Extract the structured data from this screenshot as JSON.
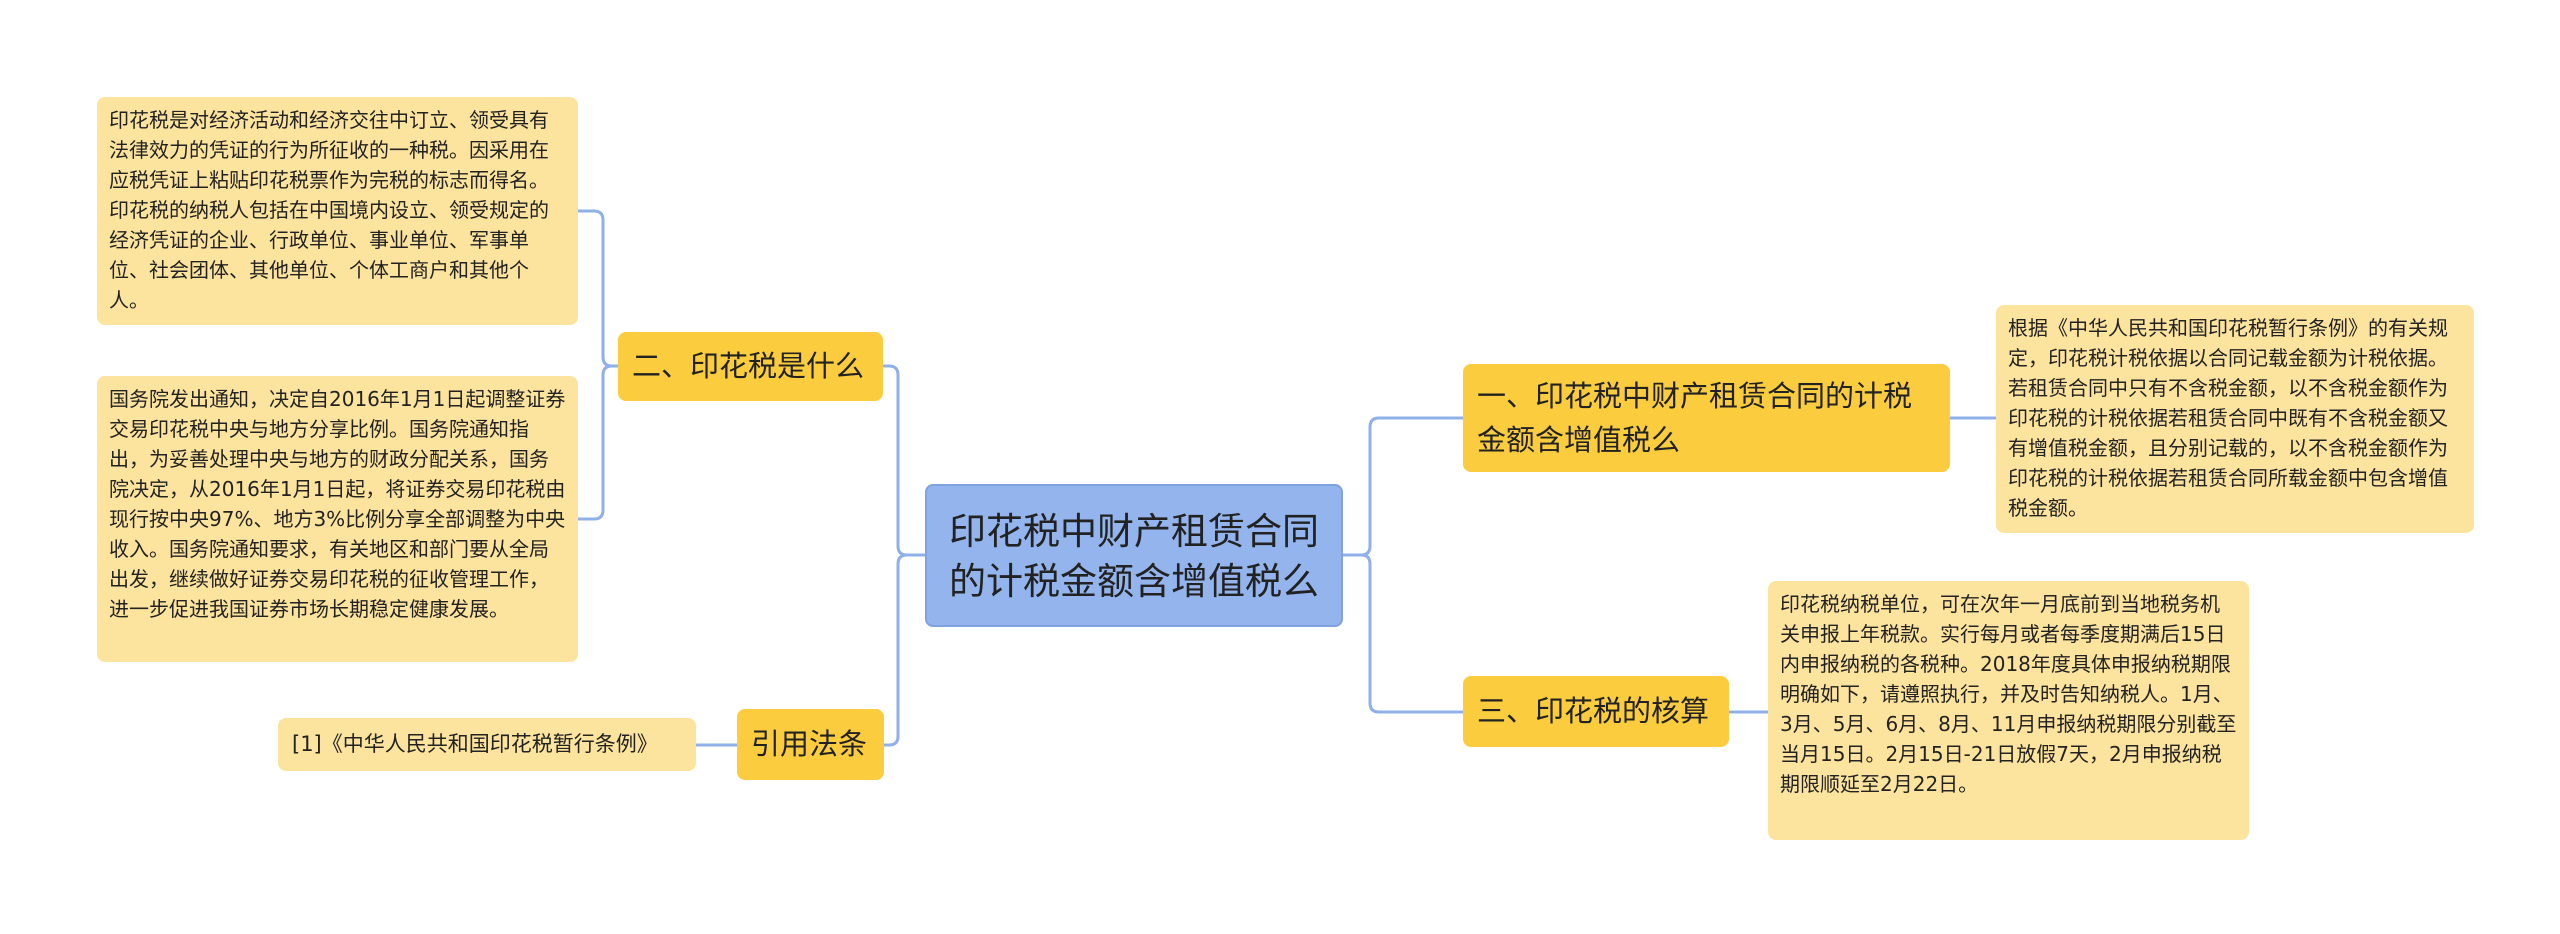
{
  "central_topic": "印花税中财产租赁合同的计税金额含增值税么",
  "colors": {
    "central_fill": "#93b4ec",
    "branch_fill": "#fbcd3e",
    "leaf_fill": "#fde49e",
    "connector": "#8fb0e8"
  },
  "left_branches": [
    {
      "label": "二、印花税是什么",
      "details": [
        "印花税是对经济活动和经济交往中订立、领受具有法律效力的凭证的行为所征收的一种税。因采用在应税凭证上粘贴印花税票作为完税的标志而得名。印花税的纳税人包括在中国境内设立、领受规定的经济凭证的企业、行政单位、事业单位、军事单位、社会团体、其他单位、个体工商户和其他个人。",
        "国务院发出通知，决定自2016年1月1日起调整证券交易印花税中央与地方分享比例。国务院通知指出，为妥善处理中央与地方的财政分配关系，国务院决定，从2016年1月1日起，将证券交易印花税由现行按中央97%、地方3%比例分享全部调整为中央收入。国务院通知要求，有关地区和部门要从全局出发，继续做好证券交易印花税的征收管理工作，进一步促进我国证券市场长期稳定健康发展。"
      ]
    },
    {
      "label": "引用法条",
      "details": [
        "[1]《中华人民共和国印花税暂行条例》"
      ]
    }
  ],
  "right_branches": [
    {
      "label": "一、印花税中财产租赁合同的计税金额含增值税么",
      "details": [
        "根据《中华人民共和国印花税暂行条例》的有关规定，印花税计税依据以合同记载金额为计税依据。若租赁合同中只有不含税金额，以不含税金额作为印花税的计税依据若租赁合同中既有不含税金额又有增值税金额，且分别记载的，以不含税金额作为印花税的计税依据若租赁合同所载金额中包含增值税金额。"
      ]
    },
    {
      "label": "三、印花税的核算",
      "details": [
        "印花税纳税单位，可在次年一月底前到当地税务机关申报上年税款。实行每月或者每季度期满后15日内申报纳税的各税种。2018年度具体申报纳税期限明确如下，请遵照执行，并及时告知纳税人。1月、3月、5月、6月、8月、11月申报纳税期限分别截至当月15日。2月15日-21日放假7天，2月申报纳税期限顺延至2月22日。"
      ]
    }
  ]
}
